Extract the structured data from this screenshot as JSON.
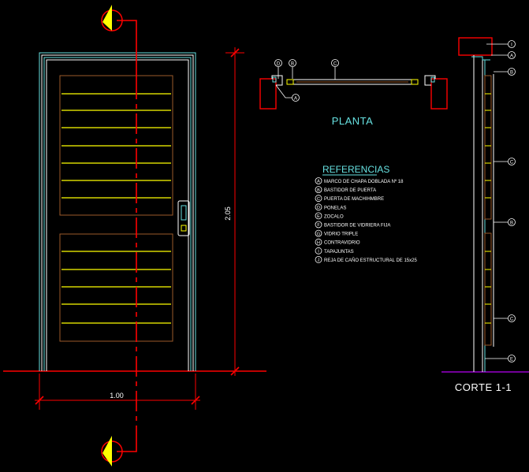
{
  "plan": {
    "title": "PLANTA",
    "markers": [
      "D",
      "B",
      "C"
    ],
    "marker_a": "A"
  },
  "elevation": {
    "width_dim": "1.00",
    "height_dim": "2.05"
  },
  "legend": {
    "title": "REFERENCIAS",
    "items": [
      {
        "mark": "A",
        "text": "MARCO DE CHAPA DOBLADA Nº 18"
      },
      {
        "mark": "B",
        "text": "BASTIDOR DE PUERTA"
      },
      {
        "mark": "C",
        "text": "PUERTA DE MACHIHMBRE"
      },
      {
        "mark": "D",
        "text": "PONELAS"
      },
      {
        "mark": "E",
        "text": "ZOCALO"
      },
      {
        "mark": "F",
        "text": "BASTIDOR DE VIDRIERA FIJA"
      },
      {
        "mark": "G",
        "text": "VIDRIO TRIPLE"
      },
      {
        "mark": "H",
        "text": "CONTRAVIDRIO"
      },
      {
        "mark": "I",
        "text": "TAPAJUNTAS"
      },
      {
        "mark": "J",
        "text": "REJA DE CAÑO ESTRUCTURAL DE 15x25"
      }
    ]
  },
  "section": {
    "title": "CORTE 1-1",
    "markers": [
      {
        "mark": "I"
      },
      {
        "mark": "A"
      },
      {
        "mark": "B"
      },
      {
        "mark": "C"
      },
      {
        "mark": "B"
      },
      {
        "mark": "C"
      },
      {
        "mark": "E"
      }
    ]
  },
  "colors": {
    "background": "#000000",
    "red": "#ff0000",
    "yellow": "#ffff00",
    "white": "#ffffff",
    "cyan": "#66e0e0",
    "brown": "#9b5a2a",
    "green": "#00ff66",
    "purple": "#9900cc"
  }
}
